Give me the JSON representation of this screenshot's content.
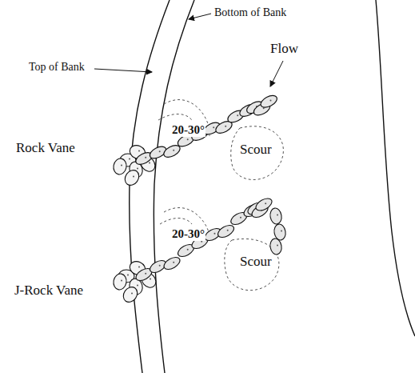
{
  "diagram": {
    "labels": [
      "Top of Bank",
      "Bottom of Bank",
      "Flow",
      "Rock Vane",
      "20-30°",
      "Scour",
      "J-Rock Vane",
      "20-30°",
      "Scour"
    ]
  }
}
